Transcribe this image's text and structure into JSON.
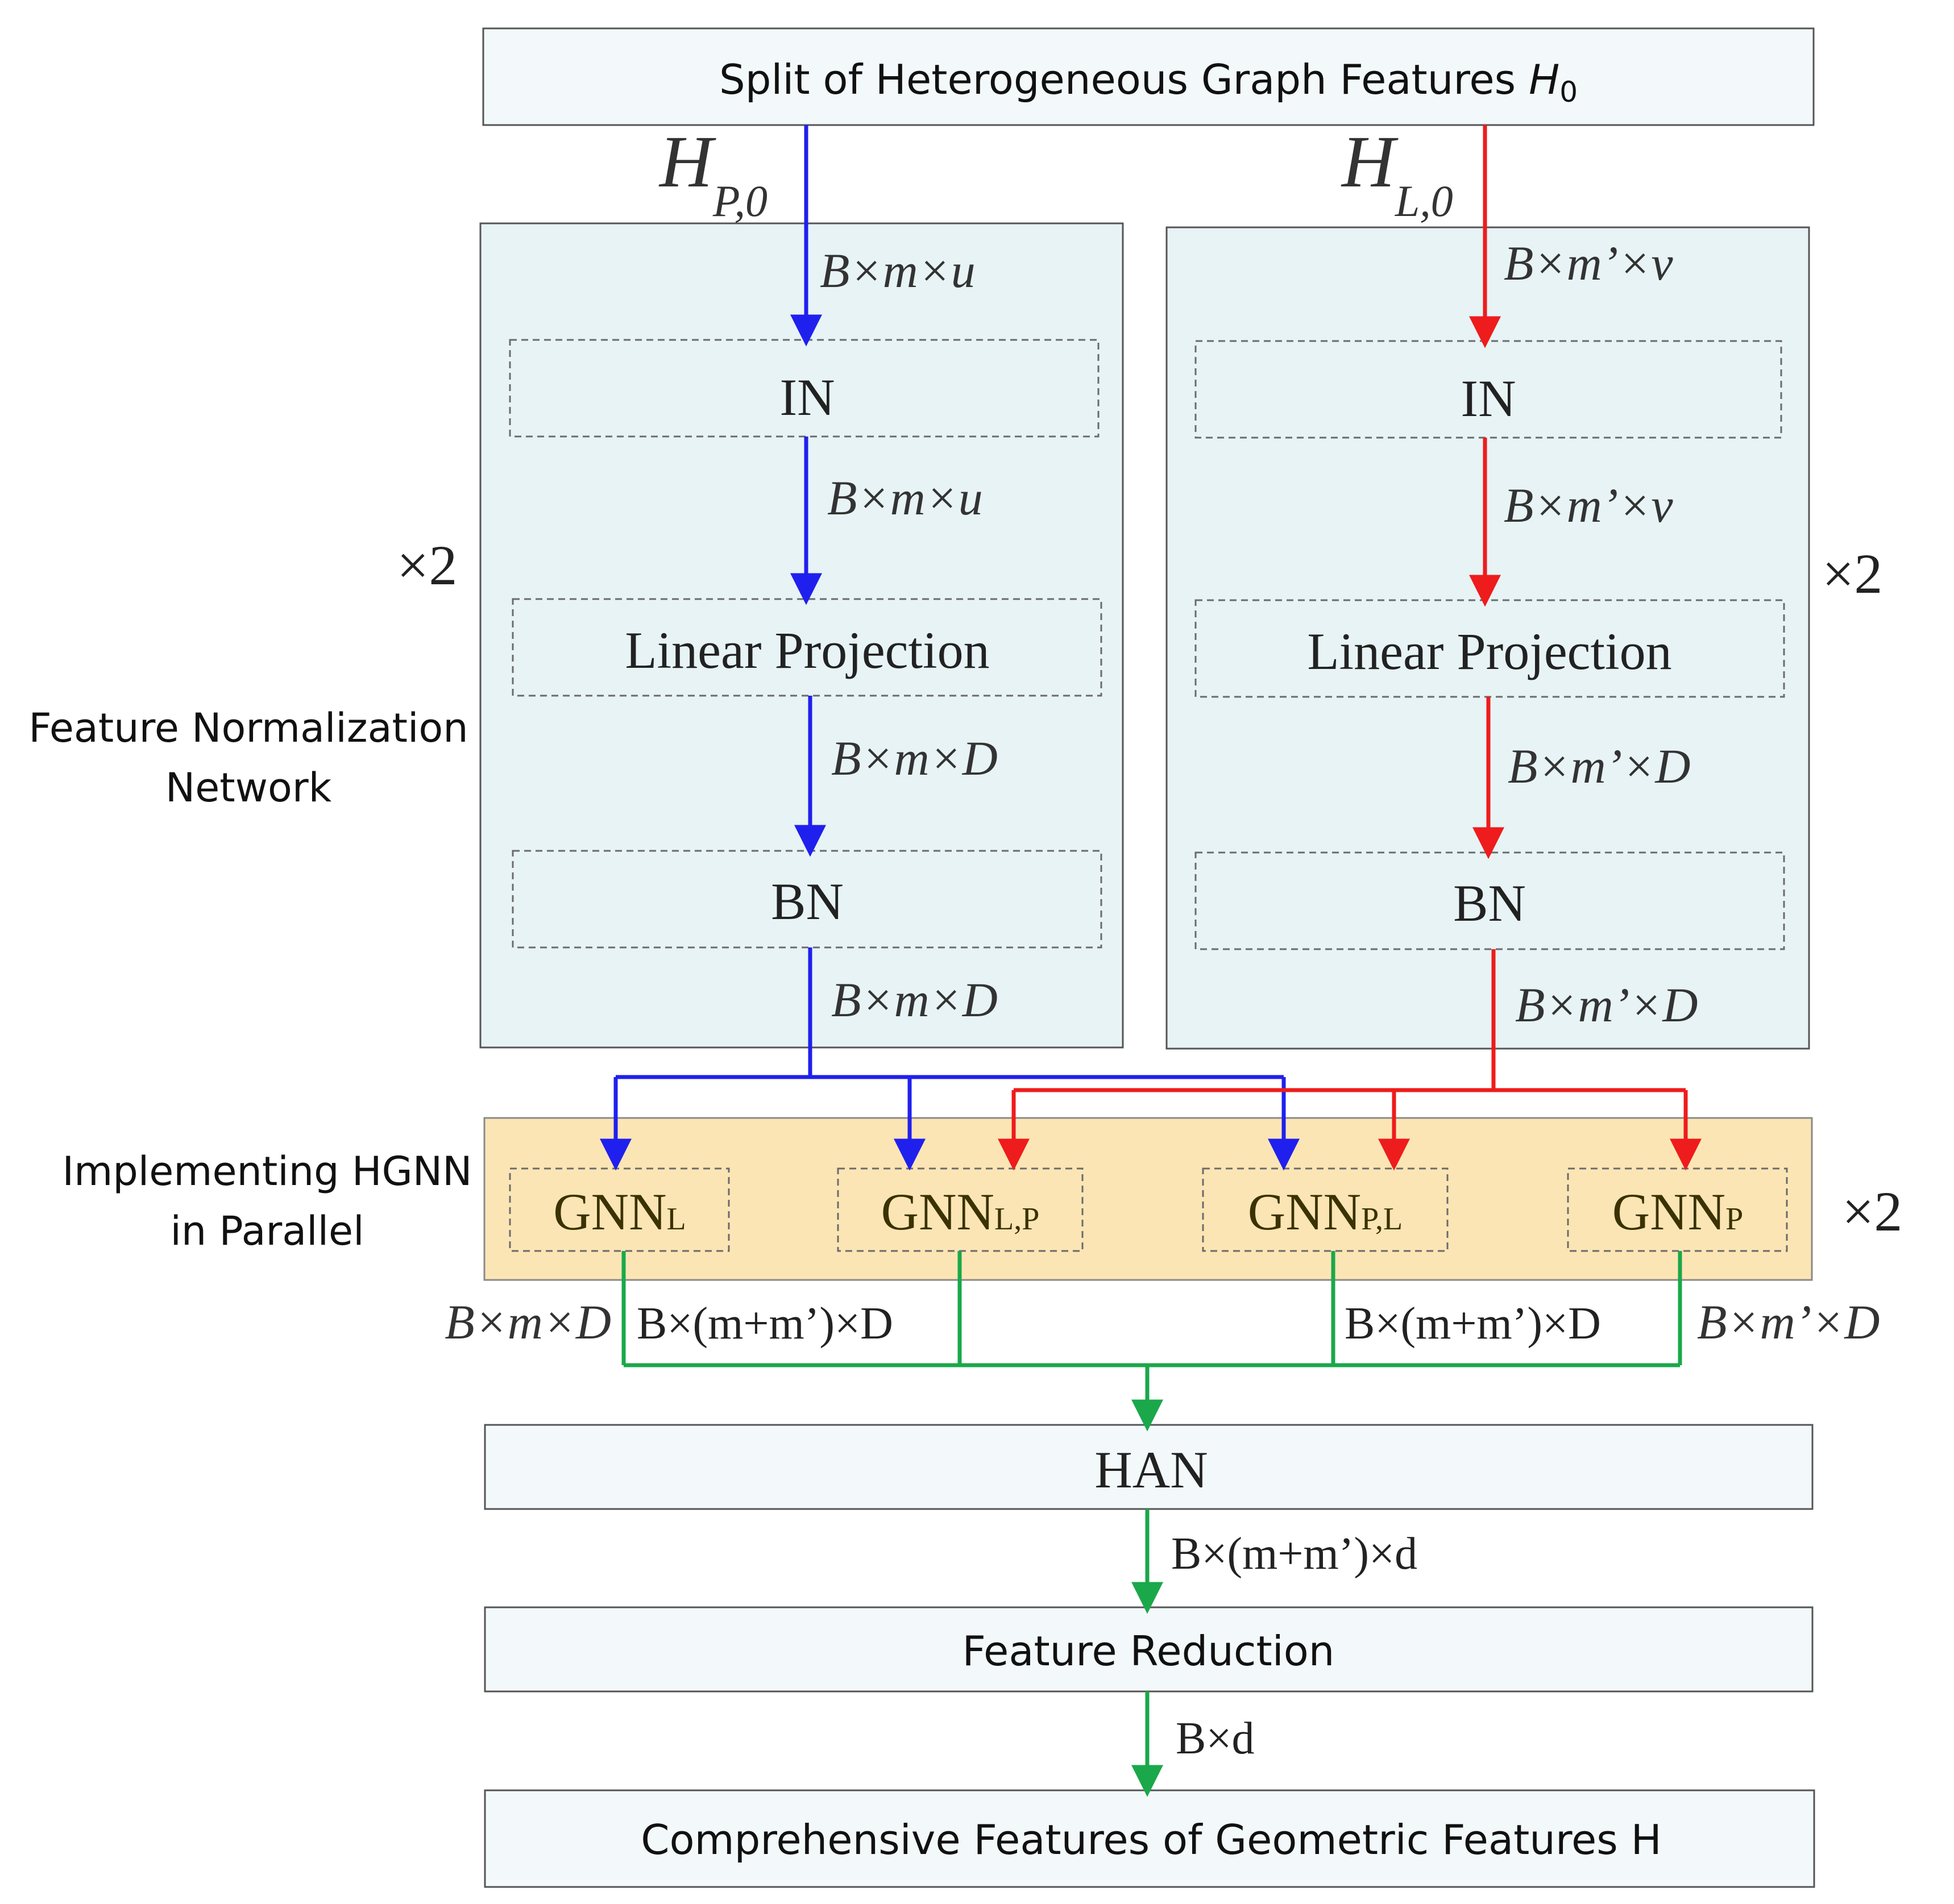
{
  "top_box": {
    "label": "Split of Heterogeneous Graph Features ",
    "var": "H",
    "sub": "0"
  },
  "left_branch": {
    "input_var": "H",
    "input_sub": "P,0",
    "dims_in": "B×m×u",
    "in_label": "IN",
    "dims_after_in": "B×m×u",
    "proj_label": "Linear Projection",
    "dims_after_proj": "B×m×D",
    "bn_label": "BN",
    "dims_out": "B×m×D",
    "repeat": "×2"
  },
  "right_branch": {
    "input_var": "H",
    "input_sub": "L,0",
    "dims_in": "B×m’×v",
    "in_label": "IN",
    "dims_after_in": "B×m’×v",
    "proj_label": "Linear Projection",
    "dims_after_proj": "B×m’×D",
    "bn_label": "BN",
    "dims_out": "B×m’×D",
    "repeat": "×2"
  },
  "feature_norm_label": {
    "line1": "Feature Normalization",
    "line2": "Network"
  },
  "hgnn": {
    "label_line1": "Implementing HGNN",
    "label_line2": "in Parallel",
    "repeat": "×2",
    "blocks": [
      {
        "main": "GNN",
        "sub": "L"
      },
      {
        "main": "GNN",
        "sub": "L,P"
      },
      {
        "main": "GNN",
        "sub": "P,L"
      },
      {
        "main": "GNN",
        "sub": "P"
      }
    ],
    "out_dims": [
      "B×m×D",
      "B×(m+m’)×D",
      "B×(m+m’)×D",
      "B×m’×D"
    ]
  },
  "han": {
    "label": "HAN",
    "dims_out": "B×(m+m’)×d"
  },
  "reduction": {
    "label": "Feature Reduction",
    "dims_out": "B×d"
  },
  "final": {
    "label": "Comprehensive Features of Geometric Features H"
  },
  "colors": {
    "blue": "#2020ee",
    "red": "#ee1c1c",
    "green": "#1aa84a",
    "panel": "#e7f3f5",
    "yellow": "#fce5b4"
  }
}
